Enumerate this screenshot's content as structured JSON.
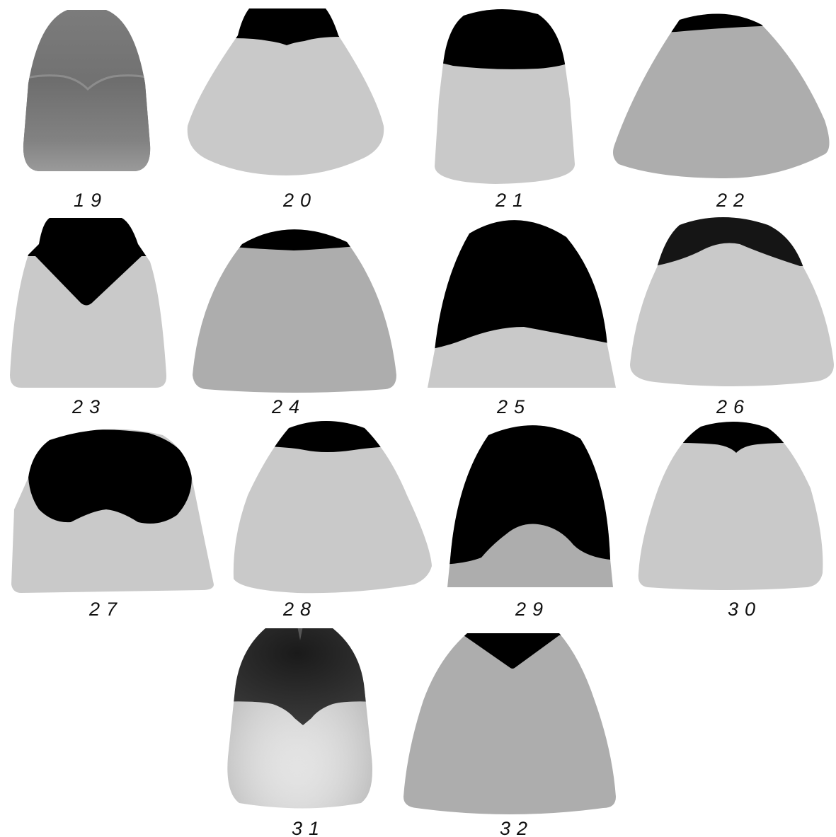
{
  "colors": {
    "background": "#ffffff",
    "light_grey": "#c9c9c9",
    "mid_grey": "#adadad",
    "black": "#000000",
    "soft_black": "#151515",
    "label": "#111111"
  },
  "figures": [
    {
      "label": "19",
      "style": "photo-gradient-grey"
    },
    {
      "label": "20",
      "style": "light-grey with black cap"
    },
    {
      "label": "21",
      "style": "light-grey with black cap"
    },
    {
      "label": "22",
      "style": "mid-grey with black cap"
    },
    {
      "label": "23",
      "style": "light-grey with black pointed cap"
    },
    {
      "label": "24",
      "style": "mid-grey with black cap"
    },
    {
      "label": "25",
      "style": "light-grey with large black area"
    },
    {
      "label": "26",
      "style": "light-grey with black arched band"
    },
    {
      "label": "27",
      "style": "light-grey with bilobed black area"
    },
    {
      "label": "28",
      "style": "light-grey with black cap"
    },
    {
      "label": "29",
      "style": "mid-grey with large black area"
    },
    {
      "label": "30",
      "style": "light-grey with black notched cap"
    },
    {
      "label": "31",
      "style": "photo dark top pale base"
    },
    {
      "label": "32",
      "style": "mid-grey with black triangle"
    }
  ]
}
